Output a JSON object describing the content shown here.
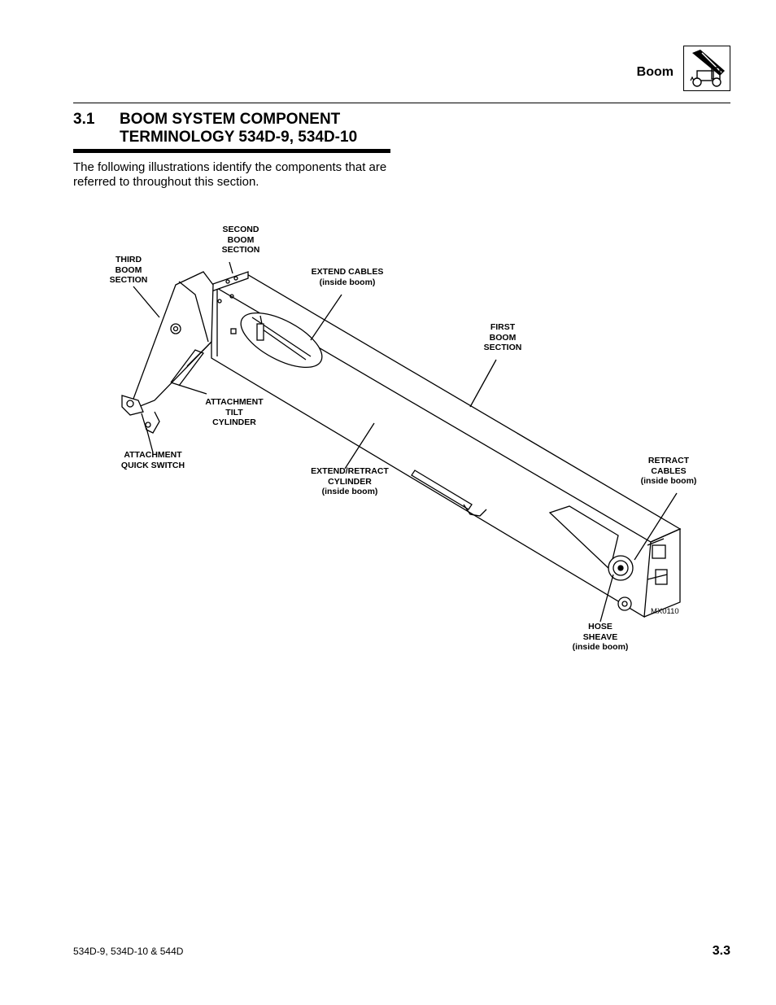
{
  "header": {
    "section_name": "Boom",
    "icon": "boom-machine-icon"
  },
  "section": {
    "number": "3.1",
    "title": "BOOM SYSTEM COMPONENT TERMINOLOGY 534D-9, 534D-10"
  },
  "intro_text": "The following illustrations identify the components that are referred to throughout this section.",
  "figure": {
    "labels": {
      "second_boom_section": "SECOND\nBOOM\nSECTION",
      "third_boom_section": "THIRD\nBOOM\nSECTION",
      "extend_cables": "EXTEND CABLES\n(inside boom)",
      "first_boom_section": "FIRST\nBOOM\nSECTION",
      "attachment_tilt_cylinder": "ATTACHMENT\nTILT\nCYLINDER",
      "attachment_quick_switch": "ATTACHMENT\nQUICK SWITCH",
      "extend_retract_cylinder": "EXTEND/RETRACT\nCYLINDER\n(inside boom)",
      "retract_cables": "RETRACT\nCABLES\n(inside boom)",
      "hose_sheave": "HOSE\nSHEAVE\n(inside boom)"
    },
    "figure_id": "MX0110"
  },
  "footer": {
    "models": "534D-9, 534D-10 & 544D",
    "page": "3.3"
  }
}
